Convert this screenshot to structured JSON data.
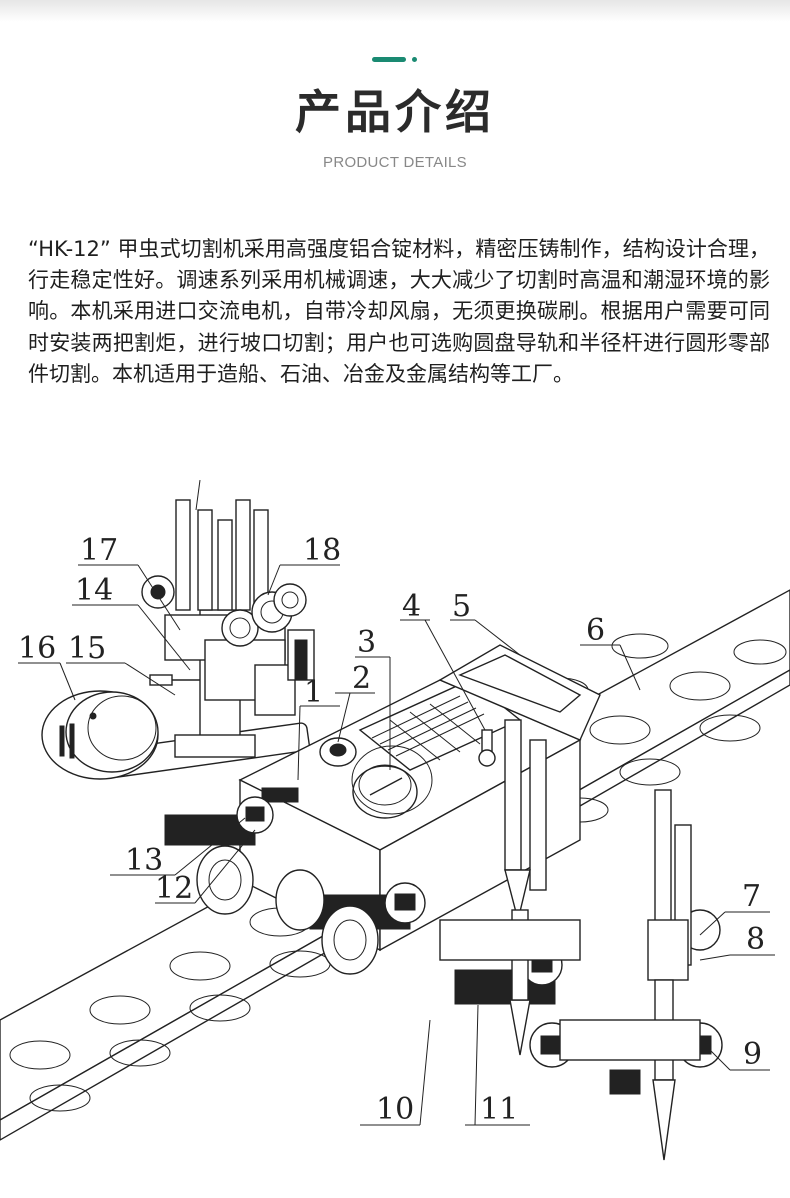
{
  "header": {
    "title": "产品介绍",
    "subtitle": "PRODUCT DETAILS",
    "accent_color": "#1a8a72"
  },
  "description": "“HK-12”  甲虫式切割机采用高强度铝合锭材料，精密压铸制作，结构设计合理，行走稳定性好。调速系列采用机械调速，大大减少了切割时高温和潮湿环境的影响。本机采用进口交流电机，自带冷却风扇，无须更换碳刷。根据用户需要可同时安装两把割炬，进行坡口切割；用户也可选购圆盘导轨和半径杆进行圆形零部件切割。本机适用于造船、石油、冶金及金属结构等工厂。",
  "diagram": {
    "callouts": [
      "1",
      "2",
      "3",
      "4",
      "5",
      "6",
      "7",
      "8",
      "9",
      "10",
      "11",
      "12",
      "13",
      "14",
      "15",
      "16",
      "17",
      "18"
    ]
  }
}
